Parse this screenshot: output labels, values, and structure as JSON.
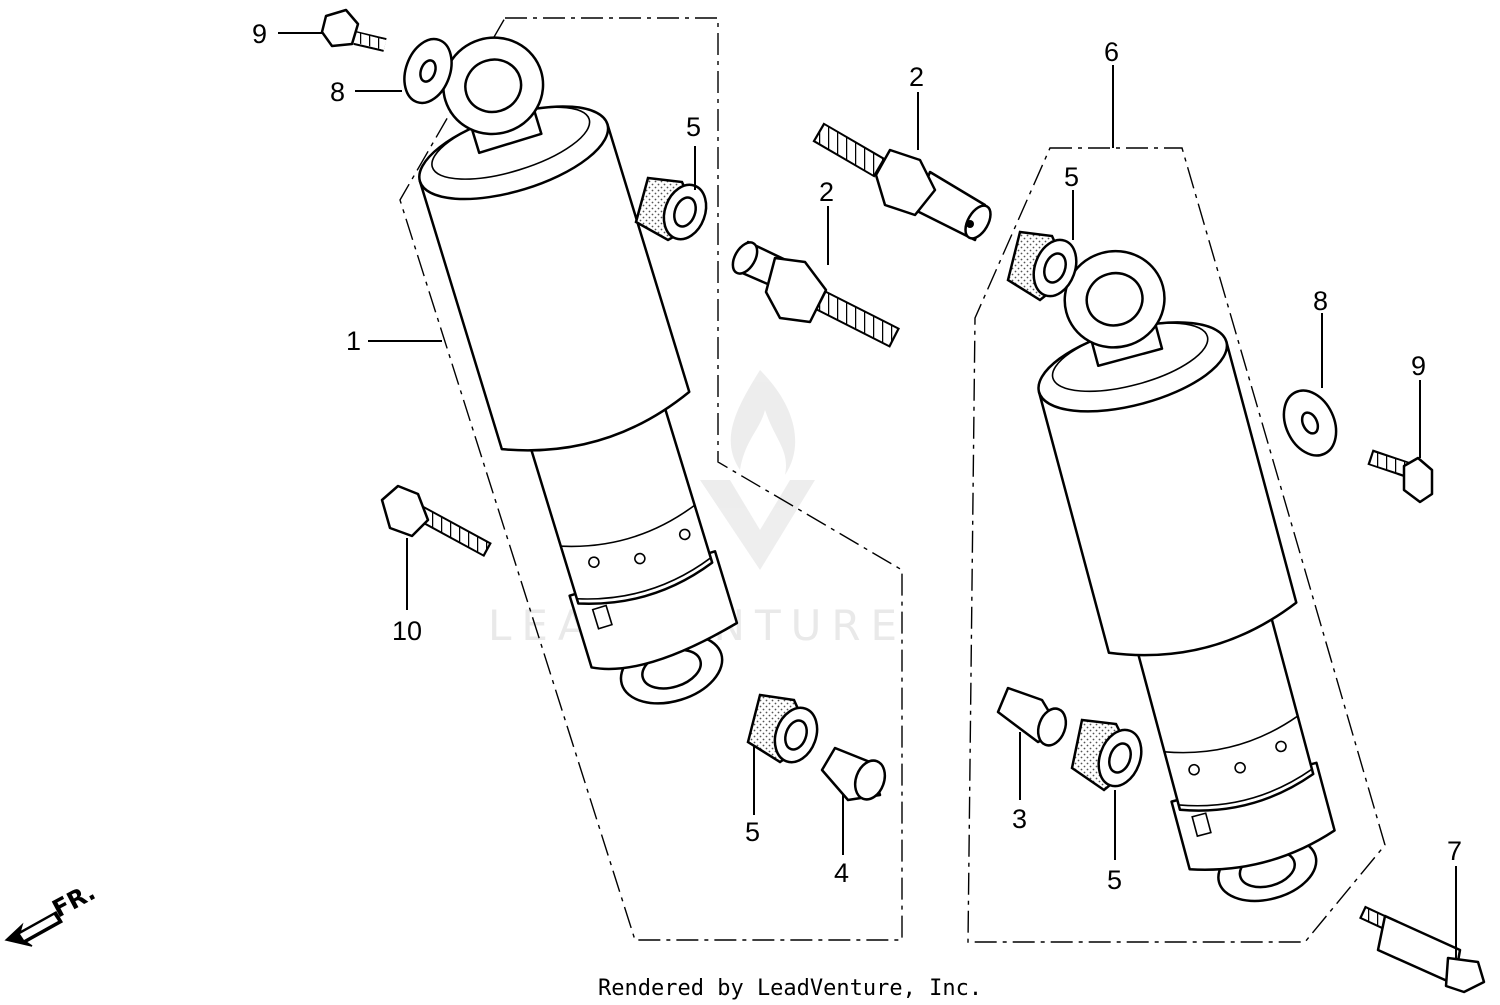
{
  "labels": {
    "shock_left": "1",
    "stud_upper": "2",
    "stud_lower": "2",
    "collar_right": "3",
    "collar_left": "4",
    "bushing_left_top": "5",
    "bushing_left_bottom": "5",
    "bushing_right_top": "5",
    "bushing_right_bottom": "5",
    "shock_right": "6",
    "pin_right": "7",
    "washer_left": "8",
    "washer_right": "8",
    "bolt_left": "9",
    "bolt_right": "9",
    "bolt_lower_left": "10"
  },
  "direction_label": "FR.",
  "watermark": "LEADVENTURE",
  "footer": "Rendered by LeadVenture, Inc."
}
